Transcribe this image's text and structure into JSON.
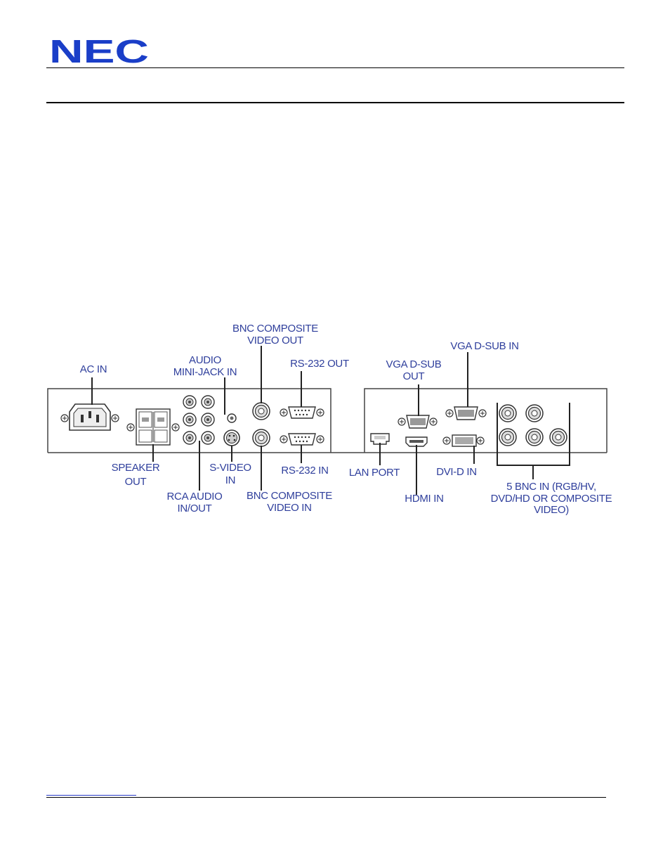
{
  "brand": {
    "logo_text": "NEC",
    "logo_color": "#1a3ec8",
    "label_color": "#2f3f9c"
  },
  "labels": {
    "ac_in": [
      "AC IN"
    ],
    "audio_mini_jack_in": [
      "AUDIO",
      "MINI-JACK IN"
    ],
    "bnc_composite_video_out": [
      "BNC COMPOSITE",
      "VIDEO OUT"
    ],
    "rs232_out": [
      "RS-232 OUT"
    ],
    "vga_dsub_out": [
      "VGA D-SUB",
      "OUT"
    ],
    "vga_dsub_in": [
      "VGA D-SUB IN"
    ],
    "speaker_out": [
      "SPEAKER",
      "OUT"
    ],
    "s_video_in": [
      "S-VIDEO",
      "IN"
    ],
    "rs232_in": [
      "RS-232 IN"
    ],
    "lan_port": [
      "LAN PORT"
    ],
    "dvi_d_in": [
      "DVI-D IN"
    ],
    "rca_audio_in_out": [
      "RCA AUDIO",
      "IN/OUT"
    ],
    "bnc_composite_video_in": [
      "BNC COMPOSITE",
      "VIDEO IN"
    ],
    "hdmi_in": [
      "HDMI IN"
    ],
    "five_bnc_in": [
      "5 BNC IN (RGB/HV,",
      "DVD/HD OR COMPOSITE",
      "VIDEO)"
    ]
  }
}
